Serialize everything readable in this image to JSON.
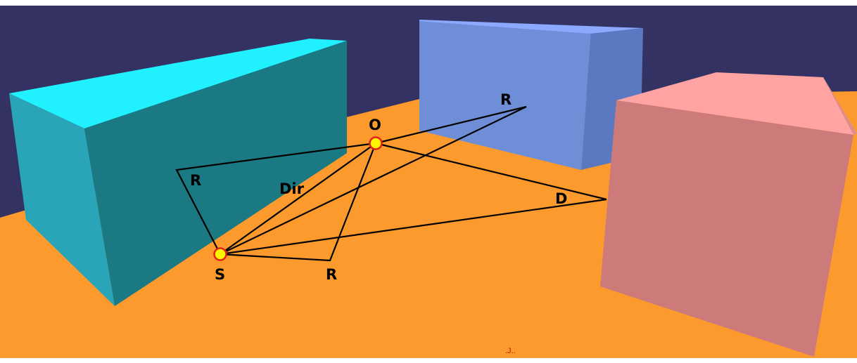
{
  "labels": {
    "origin": "O",
    "sample": "S",
    "direction": "Dir",
    "ray_left": "R",
    "ray_top_right": "R",
    "ray_bottom": "R",
    "distance": "D"
  },
  "footer_mark": ".J..",
  "colors": {
    "sky": "#333262",
    "floor": "#fd9a2e",
    "cyan_box_front": "#2aa5b7",
    "cyan_box_top": "#21f0ff",
    "cyan_box_side": "#1a7983",
    "blue_box_front": "#6f8ed8",
    "blue_box_top": "#8aa9ff",
    "blue_box_side": "#5a79c0",
    "pink_box_front": "#cc7a7a",
    "pink_box_top": "#ffa3a3",
    "pink_box_side": "#e08c8c",
    "point_fill": "#fff300",
    "point_stroke": "#e0201a",
    "line": "#000000"
  }
}
